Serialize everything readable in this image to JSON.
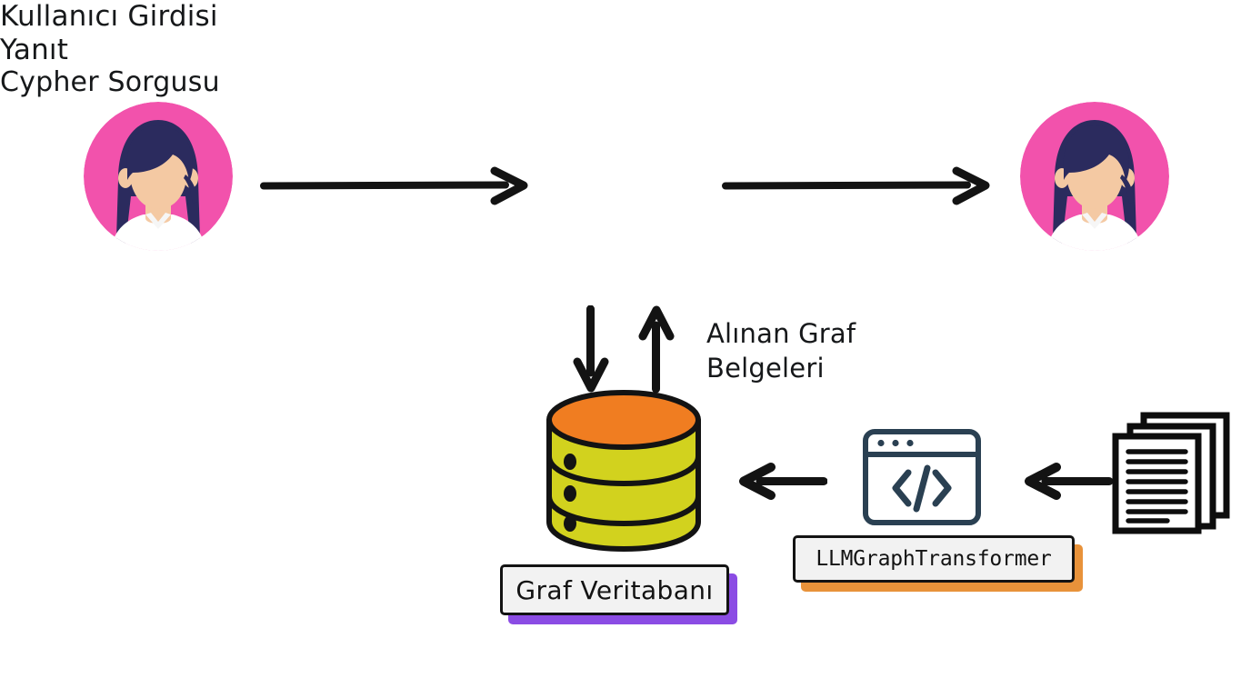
{
  "diagram": {
    "title": "Graf RAG akış şeması",
    "background_color": "#ffffff"
  },
  "labels": {
    "user_input": "Kullanıcı Girdisi",
    "response": "Yanıt",
    "cypher_query": "Cypher Sorgusu",
    "retrieved_graph_docs_line1": "Alınan Graf",
    "retrieved_graph_docs_line2": "Belgeleri"
  },
  "cards": [
    {
      "id": "graph-database",
      "text": "Graf Veritabanı",
      "shadow_color": "#8b4ce4",
      "face_color": "#f2f2f2",
      "border_color": "#131313"
    },
    {
      "id": "llm-graph-transformer",
      "text": "LLMGraphTransformer",
      "shadow_color": "#e8923a",
      "face_color": "#f2f2f2",
      "border_color": "#131313"
    }
  ],
  "icons": {
    "avatar_left": "user-avatar-icon",
    "avatar_right": "user-avatar-icon",
    "database": "graph-database-cylinder-icon",
    "code_window": "code-window-icon",
    "documents": "document-stack-icon",
    "arrow_user_to_system": "arrow-right-icon",
    "arrow_system_to_user": "arrow-right-icon",
    "arrow_query_down": "arrow-down-icon",
    "arrow_results_up": "arrow-up-icon",
    "arrow_code_to_db": "arrow-left-icon",
    "arrow_docs_to_code": "arrow-left-icon"
  },
  "colors": {
    "avatar_background": "#f252ac",
    "avatar_hair": "#2b2b5e",
    "avatar_skin": "#f4c9a3",
    "avatar_shirt": "#ffffff",
    "database_top": "#f07d21",
    "database_body": "#d2d21e",
    "outline_black": "#131313",
    "code_window_stroke": "#2a4052",
    "document_stroke": "#0d0d0d",
    "text": "#16181a"
  }
}
